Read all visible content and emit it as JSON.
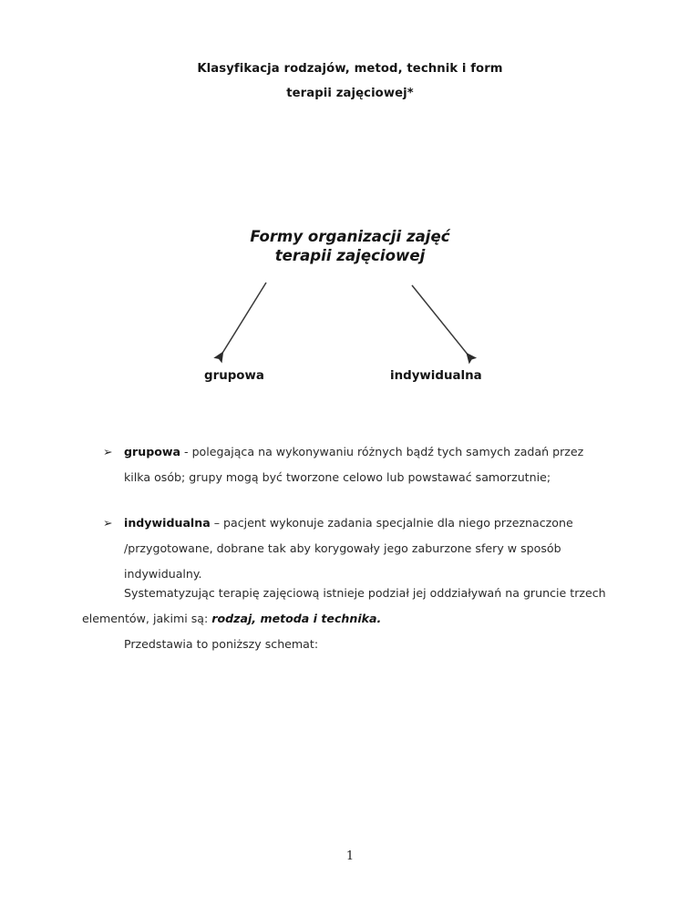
{
  "document": {
    "title_line1": "Klasyfikacja rodzajów, metod, technik i form",
    "title_line2": "terapii zajęciowej*",
    "page_number": "1"
  },
  "diagram": {
    "heading_line1": "Formy organizacji zajęć",
    "heading_line2": "terapii zajęciowej",
    "branches": [
      {
        "label": "grupowa",
        "arrow": "arrow-down-left"
      },
      {
        "label": "indywidualna",
        "arrow": "arrow-down-right"
      }
    ],
    "arrow_color": "#333333"
  },
  "list": {
    "marker": "➢",
    "items": [
      {
        "term": "grupowa",
        "separator": " - ",
        "text": "polegająca na wykonywaniu różnych bądź tych samych zadań przez kilka osób; grupy mogą być tworzone celowo lub powstawać samorzutnie;"
      },
      {
        "term": "indywidualna",
        "separator": " – ",
        "text": "pacjent wykonuje zadania specjalnie dla niego przeznaczone /przygotowane, dobrane tak aby korygowały jego zaburzone sfery w sposób indywidualny."
      }
    ]
  },
  "closing": {
    "paragraph_part1": "Systematyzując terapię zajęciową istnieje  podział jej oddziaływań na gruncie trzech elementów, jakimi są: ",
    "emphasis": "rodzaj, metoda i technika.",
    "paragraph_part2": "Przedstawia to poniższy schemat:"
  }
}
